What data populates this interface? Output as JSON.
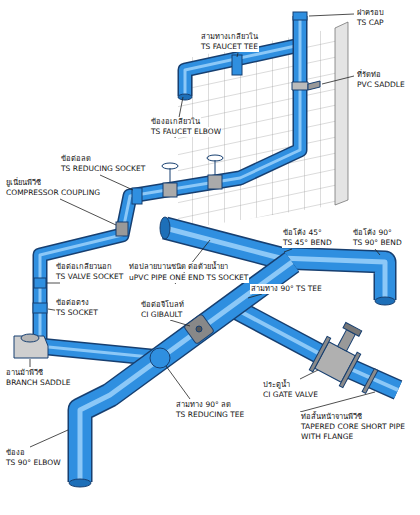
{
  "diagram": {
    "labels": [
      "ฝาครอบ",
      "TS CAP",
      "สามทางเกลียวใน",
      "TS FAUCET TEE",
      "ที่รัดท่อ",
      "PVC SADDLE",
      "ข้องอเกลียวใน",
      "TS FAUCET ELBOW",
      "ข้อต่อลด",
      "TS REDUCING SOCKET",
      "ยูเนี่ยนพีวีซี",
      "COMPRESSOR COUPLING",
      "ข้อโค้ง 45°",
      "TS 45° BEND",
      "ข้อโค้ง 90°",
      "TS 90° BEND",
      "ท่อปลายบานชนิด ต่อด้วยน้ำยา",
      "uPVC PIPE ONE END TS SOCKET",
      "ข้อต่อเกลียวนอก",
      "TS VALVE SOCKET",
      "สามทาง 90° TS TEE",
      "ข้อต่อตรง",
      "TS SOCKET",
      "ข้อต่อจีโบลท์",
      "CI GIBAULT",
      "อานม้าพีวีซี",
      "BRANCH SADDLE",
      "ประตูน้ำ",
      "CI GATE VALVE",
      "ท่อสั้นหน้าจานพีวีซี",
      "TAPERED CORE SHORT PIPE WITH FLANGE",
      "สามทาง 90° ลด",
      "TS REDUCING TEE",
      "ข้องอ",
      "TS 90° ELBOW"
    ]
  }
}
